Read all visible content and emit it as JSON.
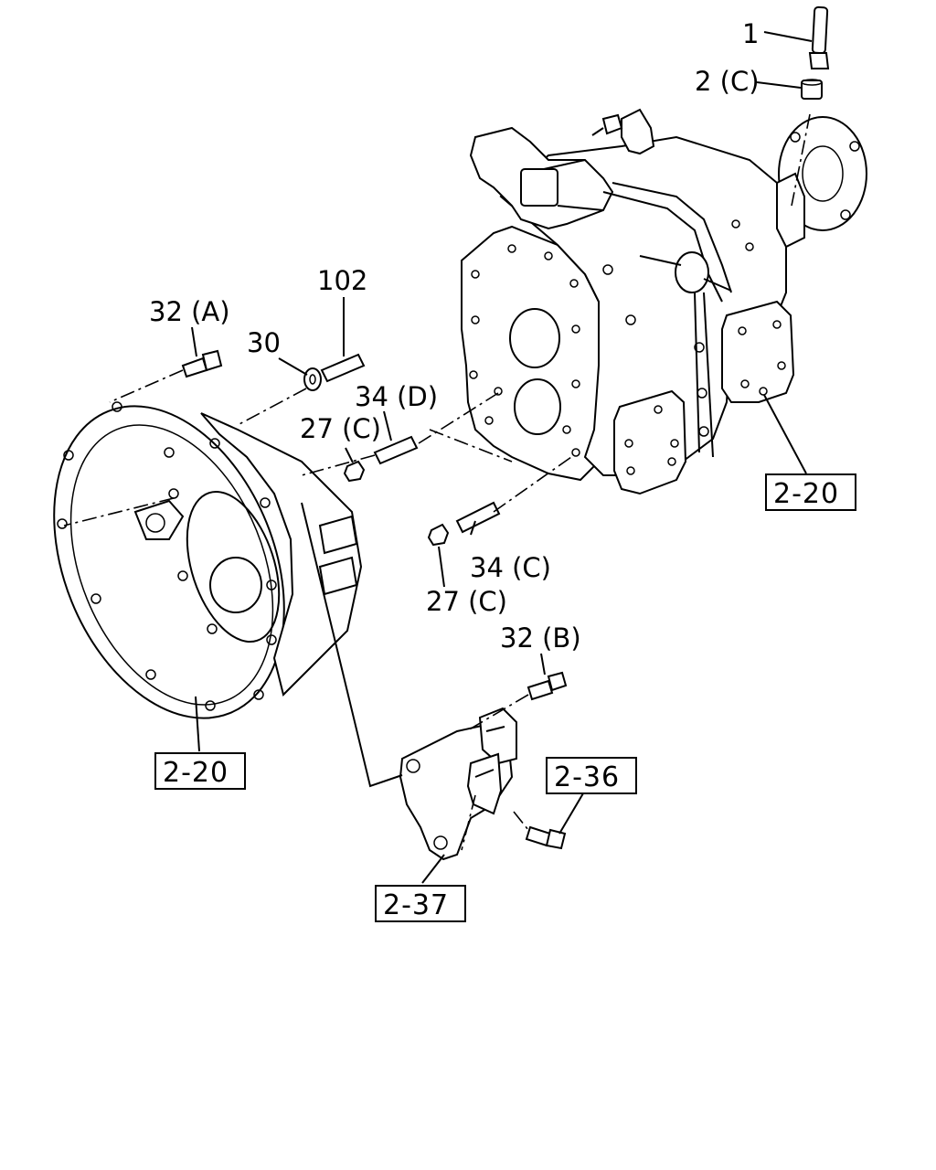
{
  "callouts": {
    "c1": "1",
    "c2": "2 (C)",
    "c102": "102",
    "c32a": "32 (A)",
    "c30": "30",
    "c34d": "34 (D)",
    "c27c_upper": "27 (C)",
    "c34c": "34 (C)",
    "c27c_lower": "27 (C)",
    "c32b": "32 (B)"
  },
  "references": {
    "ref_upper": "2-20",
    "ref_left": "2-20",
    "ref_236": "2-36",
    "ref_237": "2-37"
  }
}
